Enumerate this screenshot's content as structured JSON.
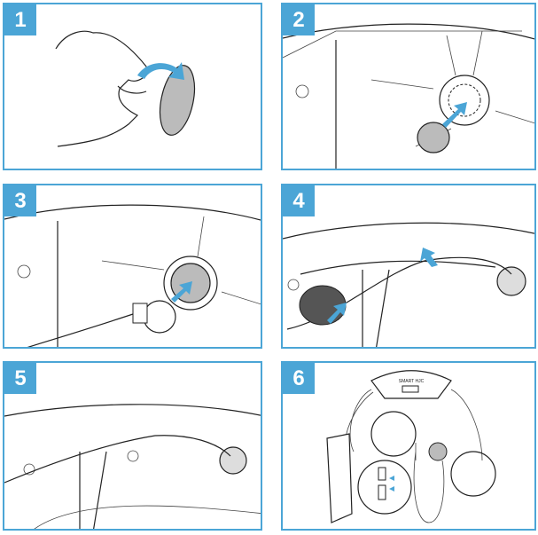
{
  "steps": [
    {
      "number": "1",
      "icon": "hand-peeling-adhesive-pad-icon"
    },
    {
      "number": "2",
      "icon": "attach-pad-to-helmet-icon"
    },
    {
      "number": "3",
      "icon": "attach-speaker-to-pad-icon"
    },
    {
      "number": "4",
      "icon": "route-cable-helmet-icon"
    },
    {
      "number": "5",
      "icon": "cable-tucked-helmet-icon"
    },
    {
      "number": "6",
      "icon": "headset-assembly-icon"
    }
  ],
  "device_label": "SMART HJC",
  "colors": {
    "accent": "#4ba5d6",
    "line": "#222222",
    "pad": "#bbbbbb"
  }
}
